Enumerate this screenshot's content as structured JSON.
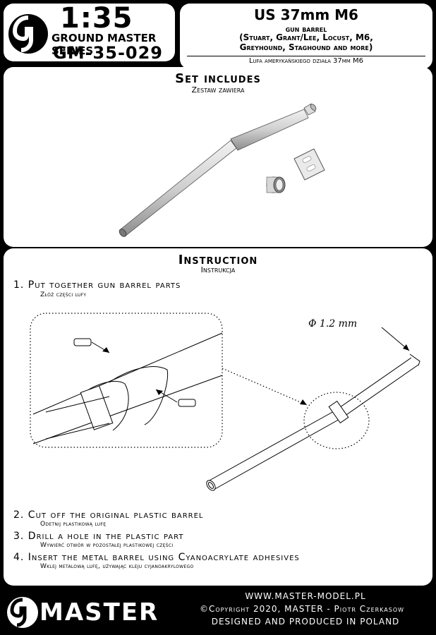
{
  "header": {
    "scale": "1:35",
    "series": "GROUND MASTER SERIES",
    "code": "GM-35-029"
  },
  "title": {
    "main": "US 37mm M6",
    "sub": "gun barrel",
    "vehicles_line1": "(Stuart, Grant/Lee,  Locust, M6,",
    "vehicles_line2": "Greyhound, Staghound and more)",
    "polish": "Lufa amerykańskiego działa 37mm M6"
  },
  "set": {
    "heading": "Set includes",
    "subheading": "Zestaw zawiera"
  },
  "instruction": {
    "heading": "Instruction",
    "subheading": "Instrukcja",
    "dimension": "Φ 1.2 mm",
    "steps": [
      {
        "title": "1. Put together gun barrel parts",
        "sub": "Złóż części lufy"
      },
      {
        "title": "2. Cut off the original plastic barrel",
        "sub": "Odetnij plastikową lufę"
      },
      {
        "title": "3. Drill a hole in the plastic part",
        "sub": "Wywierć otwór w pozostałej plastikowej części"
      },
      {
        "title": "4. Insert the metal barrel using Cyanoacrylate adhesives",
        "sub": "Wklej metalową lufę, używając kleju cyjanoakrylowego"
      }
    ]
  },
  "footer": {
    "brand": "MASTER",
    "url": "WWW.MASTER-MODEL.PL",
    "copyright": "©Copyright 2020, MASTER - Piotr Czerkasow",
    "made": "DESIGNED AND PRODUCED IN POLAND"
  },
  "colors": {
    "background": "#000000",
    "panel": "#ffffff",
    "part_gray": "#cfcfcf"
  }
}
